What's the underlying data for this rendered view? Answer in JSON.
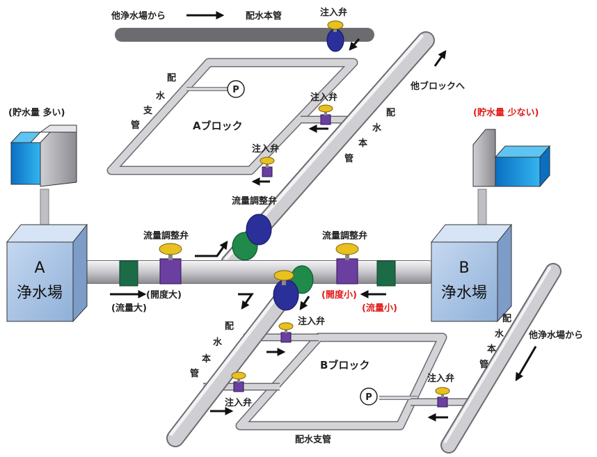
{
  "colors": {
    "pipe": "#c8c8cc",
    "pipe_edge": "#6b6b70",
    "plant_box": "#a9c4e4",
    "valve_purple": "#6a3fa0",
    "valve_handle": "#e8c020",
    "flow_valve_blue": "#2b2f9a",
    "flow_valve_green": "#1f8a4a",
    "meter_green": "#1c6b47",
    "tank_water": "#1aa0e0",
    "red_text": "#e01a1a"
  },
  "labels": {
    "from_other_plant_top": "他浄水場から",
    "main_pipe_top": "配水本管",
    "injection_valve": "注入弁",
    "to_other_block": "他ブロックへ",
    "main_pipe_vertical_chars": [
      "配",
      "水",
      "本",
      "管"
    ],
    "branch_pipe_vertical_chars": [
      "配",
      "水",
      "支",
      "管"
    ],
    "block_a": "Aブロック",
    "block_b": "Bブロック",
    "storage_high": "(貯水量 多い)",
    "storage_low": "(貯水量 少ない)",
    "flow_control_valve": "流量調整弁",
    "plant_a_letter": "A",
    "plant_b_letter": "B",
    "plant_name": "浄水場",
    "opening_large": "(開度大)",
    "flow_large": "(流量大)",
    "opening_small": "(開度小)",
    "flow_small": "(流量小)",
    "from_other_plant_right": "他浄水場から",
    "branch_pipe_bottom": "配水支管",
    "pump": "P"
  }
}
